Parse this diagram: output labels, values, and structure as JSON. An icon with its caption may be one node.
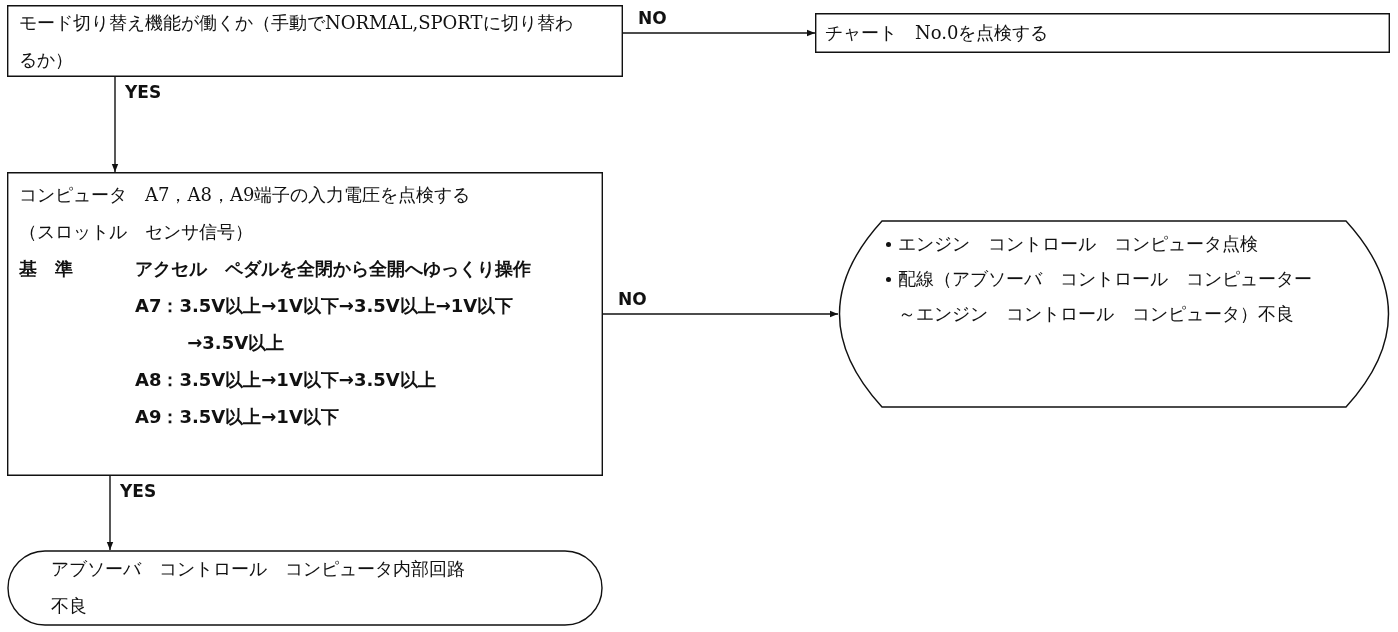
{
  "diagram": {
    "nodes": [
      {
        "text": [
          "モード切り替え機能が働くか（手動でNORMAL,SPORTに切り替わるか）"
        ]
      },
      {
        "text": [
          "チャート　No.0を点検する"
        ]
      },
      {
        "text": [
          "コンピュータ　A7，A8，A9端子の入力電圧を点検する（スロットル　センサ信号）",
          "基　準",
          "アクセル　ペダルを全閉から全開へゆっくり操作",
          "A7：3.5V以上→1V以下→3.5V以上→1V以下→3.5V以上",
          "A8：3.5V以上→1V以下→3.5V以上",
          "A9：3.5V以上→1V以下"
        ]
      },
      {
        "text": [
          "エンジン　コントロール　コンピュータ点検",
          "配線（アブソーバ　コントロール　コンピューター～エンジン　コントロール　コンピュータ）不良"
        ]
      },
      {
        "text": [
          "アブソーバ　コントロール　コンピュータ内部回路不良"
        ]
      }
    ],
    "edges": [
      {
        "from": 0,
        "to": 1,
        "arrow": "to",
        "label": "NO"
      },
      {
        "from": 0,
        "to": 2,
        "arrow": "to",
        "label": "YES"
      },
      {
        "from": 2,
        "to": 3,
        "arrow": "to",
        "label": "NO"
      },
      {
        "from": 2,
        "to": 4,
        "arrow": "to",
        "label": "YES"
      }
    ]
  }
}
